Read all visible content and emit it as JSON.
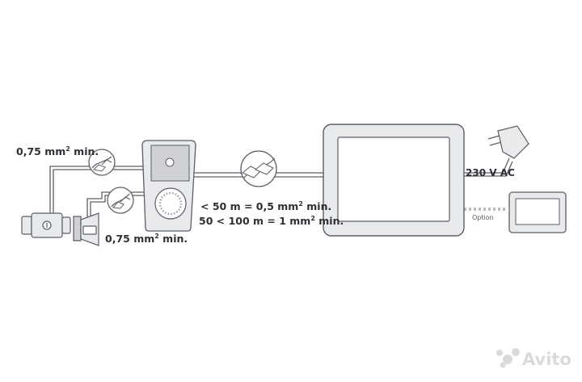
{
  "labels": {
    "cable_lock": "0,75 mm",
    "cable_lock_suffix": " min.",
    "cable_light": "0,75 mm",
    "cable_light_suffix": " min.",
    "sup2": "2",
    "range_short_pre": "< 50 m = 0,5 mm",
    "range_short_suffix": " min.",
    "range_long_pre": "50 < 100 m = 1 mm",
    "range_long_suffix": " min.",
    "power": "230 V AC",
    "option": "Option"
  },
  "watermark": "Avito",
  "icons": [
    "electric-lock-icon",
    "light-fixture-icon",
    "door-station-icon",
    "monitor-icon",
    "power-adapter-icon",
    "secondary-monitor-icon",
    "cable-cross-section-icon"
  ],
  "colors": {
    "line": "#5a5f66",
    "fill": "#e9eaec",
    "fill_dark": "#cfd1d4",
    "text": "#2e3035",
    "dotted": "#b9bcc0"
  }
}
